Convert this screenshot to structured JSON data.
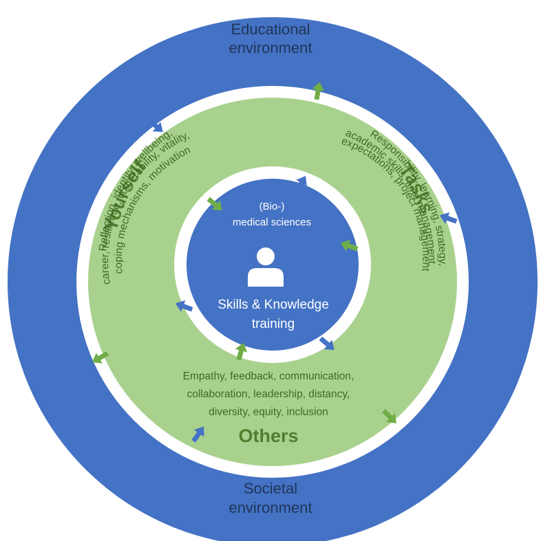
{
  "outer_ring": {
    "top_label_line1": "Educational",
    "top_label_line2": "environment",
    "bottom_label_line1": "Societal",
    "bottom_label_line2": "environment",
    "color": "#4472c4"
  },
  "green_ring": {
    "color": "#a9d18e",
    "yourself": {
      "title": "Yourself",
      "line1": "Reflection, identity, wellbeing,",
      "line2": "career, resilience, vulnerability, vitality,",
      "line3": "coping mechanisms, motivation"
    },
    "tasks": {
      "title": "Tasks",
      "line1": "Responsibility, learning, strategy,",
      "line2": "academic skills, time management,",
      "line3": "expectations, project management"
    },
    "others": {
      "title": "Others",
      "line1": "Empathy, feedback, communication,",
      "line2": "collaboration, leadership, distancy,",
      "line3": "diversity, equity, inclusion"
    }
  },
  "center": {
    "color": "#4472c4",
    "top_line1": "(Bio-)",
    "top_line2": "medical sciences",
    "bottom_line1": "Skills & Knowledge",
    "bottom_line2": "training",
    "icon": "person-icon"
  },
  "arrows": {
    "blue_color": "#4472c4",
    "green_color": "#70ad47"
  }
}
